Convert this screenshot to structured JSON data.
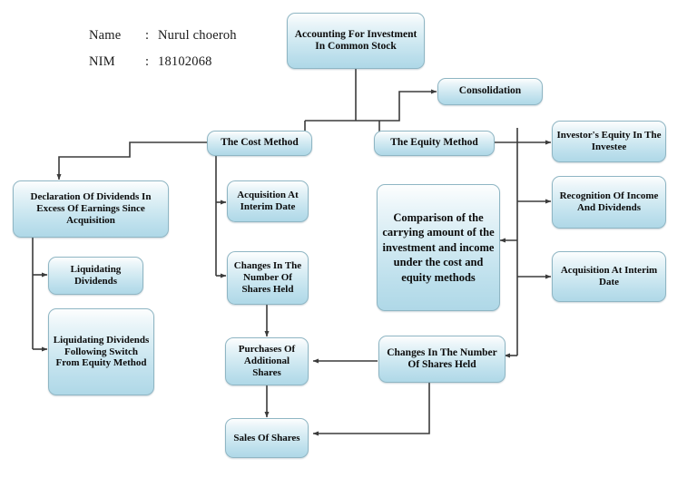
{
  "header": {
    "rows": [
      {
        "label": "Name",
        "separator": ":",
        "value": "Nurul choeroh"
      },
      {
        "label": "NIM",
        "separator": ":",
        "value": "18102068"
      }
    ]
  },
  "diagram": {
    "title": "Accounting For Investment In Common Stock",
    "accent_color": "#b8dce8",
    "border_color": "#8fb6c4",
    "line_color": "#3b3b3b",
    "nodes": [
      {
        "id": "root",
        "label": "Accounting For Investment In Common Stock"
      },
      {
        "id": "consolidation",
        "label": "Consolidation"
      },
      {
        "id": "cost-method",
        "label": "The Cost Method"
      },
      {
        "id": "equity-method",
        "label": "The Equity Method"
      },
      {
        "id": "investor-equity",
        "label": "Investor's Equity In The Investee"
      },
      {
        "id": "recognition",
        "label": "Recognition Of Income And Dividends"
      },
      {
        "id": "acq-interim-right",
        "label": "Acquisition At Interim Date"
      },
      {
        "id": "declaration",
        "label": "Declaration Of Dividends In Excess Of Earnings Since Acquisition"
      },
      {
        "id": "liquidating",
        "label": "Liquidating Dividends"
      },
      {
        "id": "liquidating-switch",
        "label": "Liquidating Dividends Following Switch From Equity Method"
      },
      {
        "id": "acq-interim-center",
        "label": "Acquisition At Interim Date"
      },
      {
        "id": "changes-center",
        "label": "Changes In The Number Of Shares Held"
      },
      {
        "id": "comparison",
        "label": "Comparison of the carrying amount of the investment and income under the cost and equity methods"
      },
      {
        "id": "purchases",
        "label": "Purchases Of Additional Shares"
      },
      {
        "id": "changes-right",
        "label": "Changes In The Number Of Shares Held"
      },
      {
        "id": "sales",
        "label": "Sales Of Shares"
      }
    ]
  }
}
